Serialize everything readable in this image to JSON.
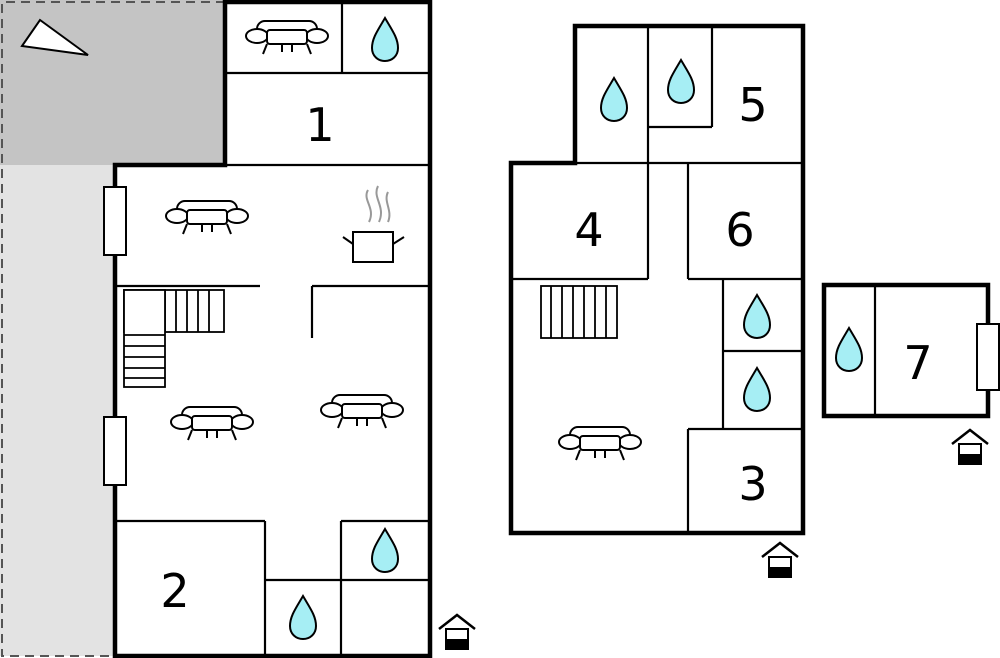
{
  "rooms": [
    {
      "label": "1"
    },
    {
      "label": "2"
    },
    {
      "label": "3"
    },
    {
      "label": "4"
    },
    {
      "label": "5"
    },
    {
      "label": "6"
    },
    {
      "label": "7"
    }
  ],
  "icons": {
    "bathroom": "water-drop-icon",
    "living": "sofa-icon",
    "kitchen": "cooking-pot-icon",
    "stairs": "staircase-icon",
    "entrance": "house-entrance-icon",
    "outdoor": "terrace-area",
    "orientation": "north-arrow-icon"
  },
  "colors": {
    "water": "#a6eef4",
    "terrace_dark": "#c4c4c4",
    "terrace_light": "#e3e3e3",
    "wall": "#000000"
  }
}
